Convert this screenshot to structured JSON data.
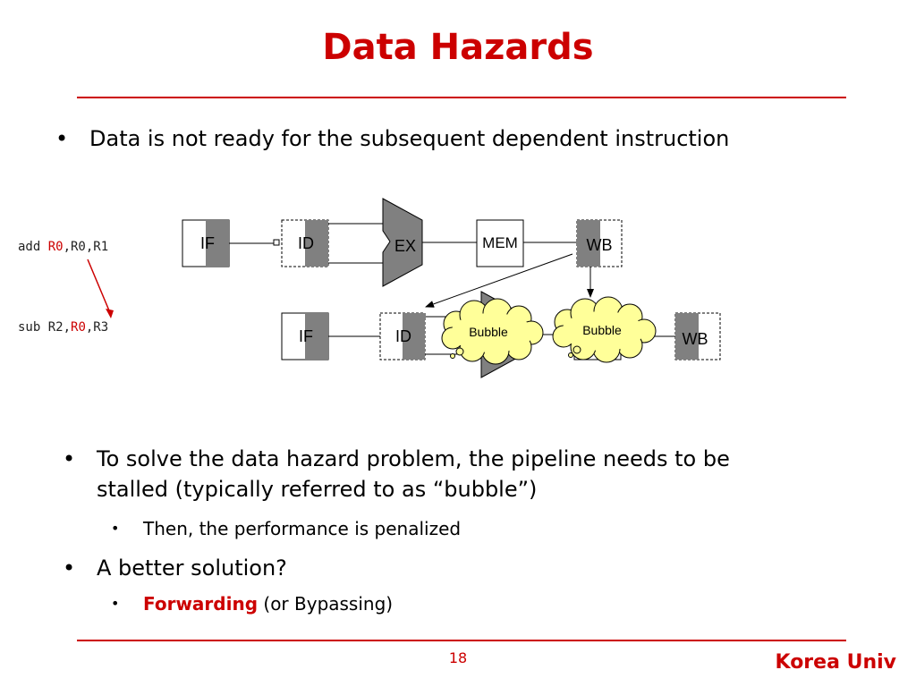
{
  "slide": {
    "title": "Data Hazards",
    "bullet_top": "Data is not ready for the subsequent dependent instruction",
    "bullets": [
      {
        "text": "To solve the data hazard problem, the pipeline needs to be",
        "text2": "stalled (typically referred to as “bubble”)"
      },
      {
        "text": "A better solution?"
      }
    ],
    "sub_bullets": [
      {
        "text": "Then, the performance is penalized"
      },
      {
        "highlight": "Forwarding",
        "rest": " (or Bypassing)"
      }
    ],
    "page_number": "18",
    "brand": "Korea Univ"
  },
  "code": {
    "line1": {
      "op": "add ",
      "dst": "R0",
      "rest": ",R0,R1"
    },
    "line2": {
      "op": "sub R2,",
      "src": "R0",
      "rest": ",R3"
    }
  },
  "diagram": {
    "row1": {
      "if": "IF",
      "id": "ID",
      "ex": "EX",
      "mem": "MEM",
      "wb": "WB"
    },
    "row2": {
      "if": "IF",
      "id": "ID",
      "bubble1": "Bubble",
      "bubble2": "Bubble",
      "wb": "WB"
    }
  },
  "colors": {
    "accent": "#cc0000",
    "stage_gray": "#808080",
    "bubble_fill": "#ffff99"
  }
}
